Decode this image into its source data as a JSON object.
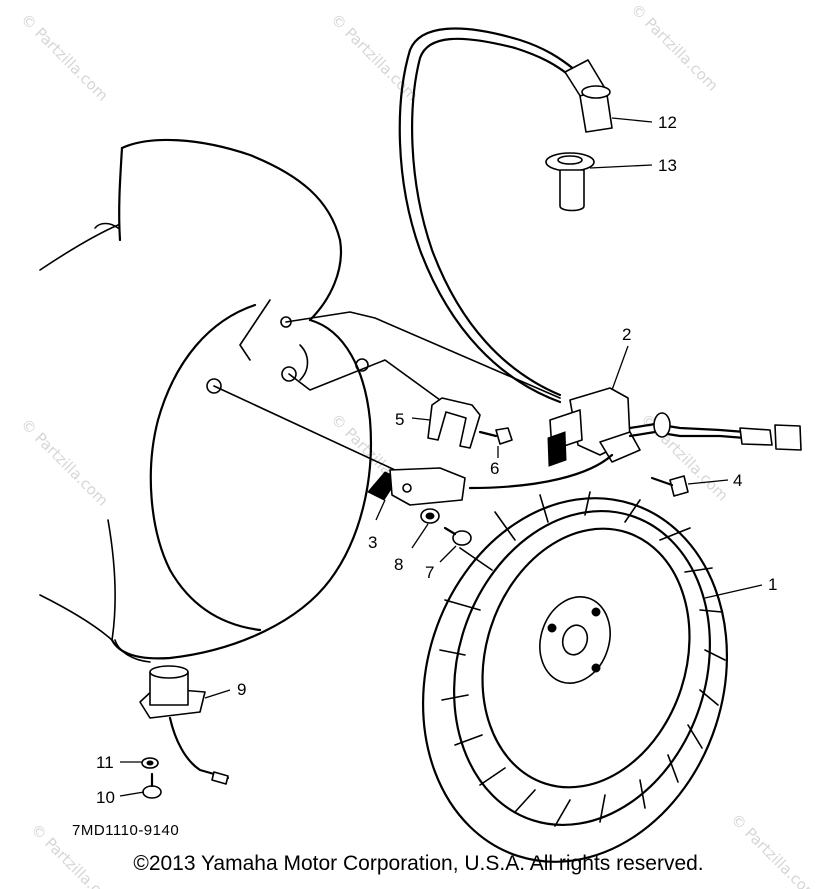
{
  "diagram_code": "7MD1110-9140",
  "copyright": "©2013 Yamaha Motor Corporation, U.S.A. All rights reserved.",
  "watermark": "© Partzilla.com",
  "callouts": [
    "1",
    "2",
    "3",
    "4",
    "5",
    "6",
    "7",
    "8",
    "9",
    "10",
    "11",
    "12",
    "13"
  ]
}
